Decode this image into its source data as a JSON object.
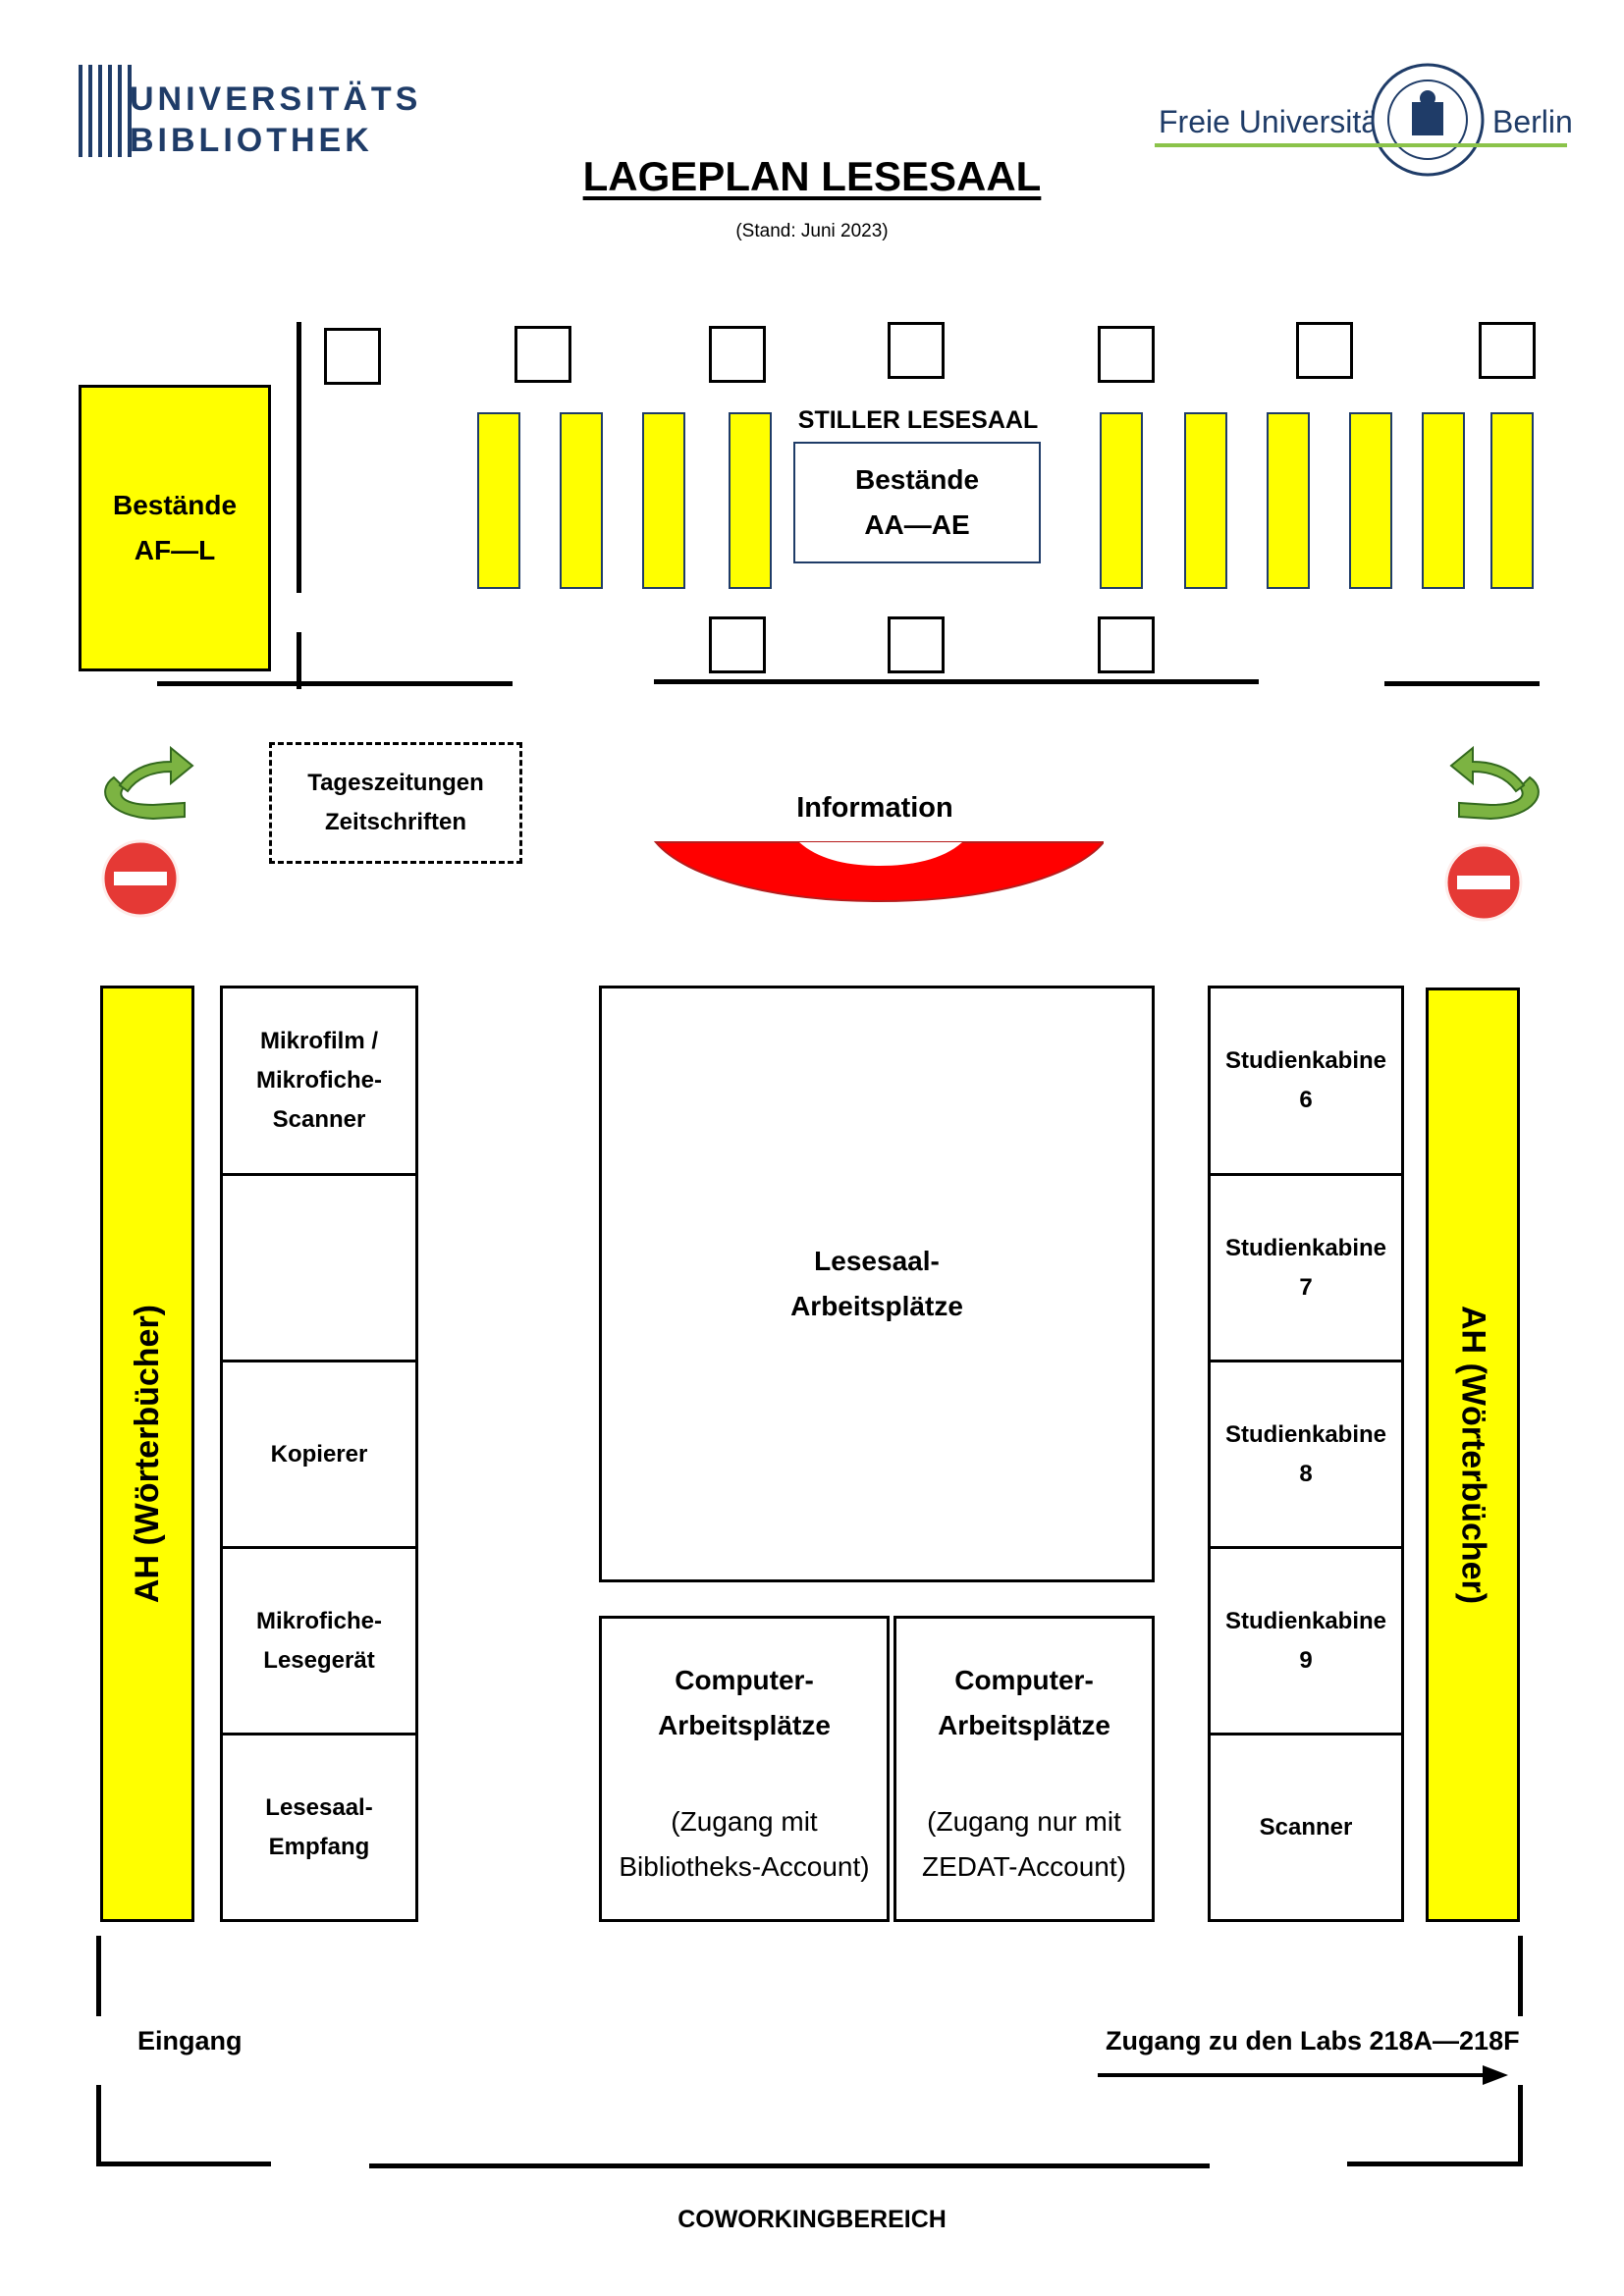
{
  "header": {
    "ub_logo_line1": "UNIVERSITÄTS",
    "ub_logo_line2": "BIBLIOTHEK",
    "fu_logo_left": "Freie Universität",
    "fu_logo_right": "Berlin",
    "title": "LAGEPLAN LESESAAL",
    "subtitle": "(Stand: Juni 2023)"
  },
  "top_area": {
    "bestaende_af_l": [
      "Bestände",
      "AF—L"
    ],
    "stiller_lesesaal_label": "STILLER LESESAAL",
    "bestaende_aa_ae": [
      "Bestände",
      "AA—AE"
    ],
    "tageszeitungen": [
      "Tageszeitungen",
      "Zeitschriften"
    ],
    "information": "Information"
  },
  "left_column": {
    "ah_label": "AH (Wörterbücher)",
    "cells": [
      [
        "Mikrofilm /",
        "Mikrofiche-",
        "Scanner"
      ],
      [],
      [
        "Kopierer"
      ],
      [
        "Mikrofiche-",
        "Lesegerät"
      ],
      [
        "Lesesaal-",
        "Empfang"
      ]
    ]
  },
  "center": {
    "lesesaal_arbeitsplaetze": [
      "Lesesaal-",
      "Arbeitsplätze"
    ],
    "computer_left": {
      "title": [
        "Computer-",
        "Arbeitsplätze"
      ],
      "note": [
        "(Zugang mit",
        "Bibliotheks-Account)"
      ]
    },
    "computer_right": {
      "title": [
        "Computer-",
        "Arbeitsplätze"
      ],
      "note": [
        "(Zugang nur mit",
        "ZEDAT-Account)"
      ]
    }
  },
  "right_column": {
    "ah_label": "AH (Wörterbücher)",
    "cells": [
      [
        "Studienkabine",
        "6"
      ],
      [
        "Studienkabine",
        "7"
      ],
      [
        "Studienkabine",
        "8"
      ],
      [
        "Studienkabine",
        "9"
      ],
      [
        "Scanner"
      ]
    ]
  },
  "bottom": {
    "eingang": "Eingang",
    "zugang_labs": "Zugang zu den Labs 218A—218F",
    "coworking": "COWORKINGBEREICH"
  },
  "colors": {
    "shelf_yellow": "#ffff00",
    "info_desk_red": "#ff0000",
    "arrow_green": "#7cb342",
    "no_entry_red": "#e53935",
    "fu_green": "#8bc34a",
    "navy": "#1f3c68"
  },
  "icons": [
    "ub-logo-icon",
    "fu-seal-icon",
    "turn-arrow-icon",
    "no-entry-icon",
    "arrow-right-icon"
  ]
}
